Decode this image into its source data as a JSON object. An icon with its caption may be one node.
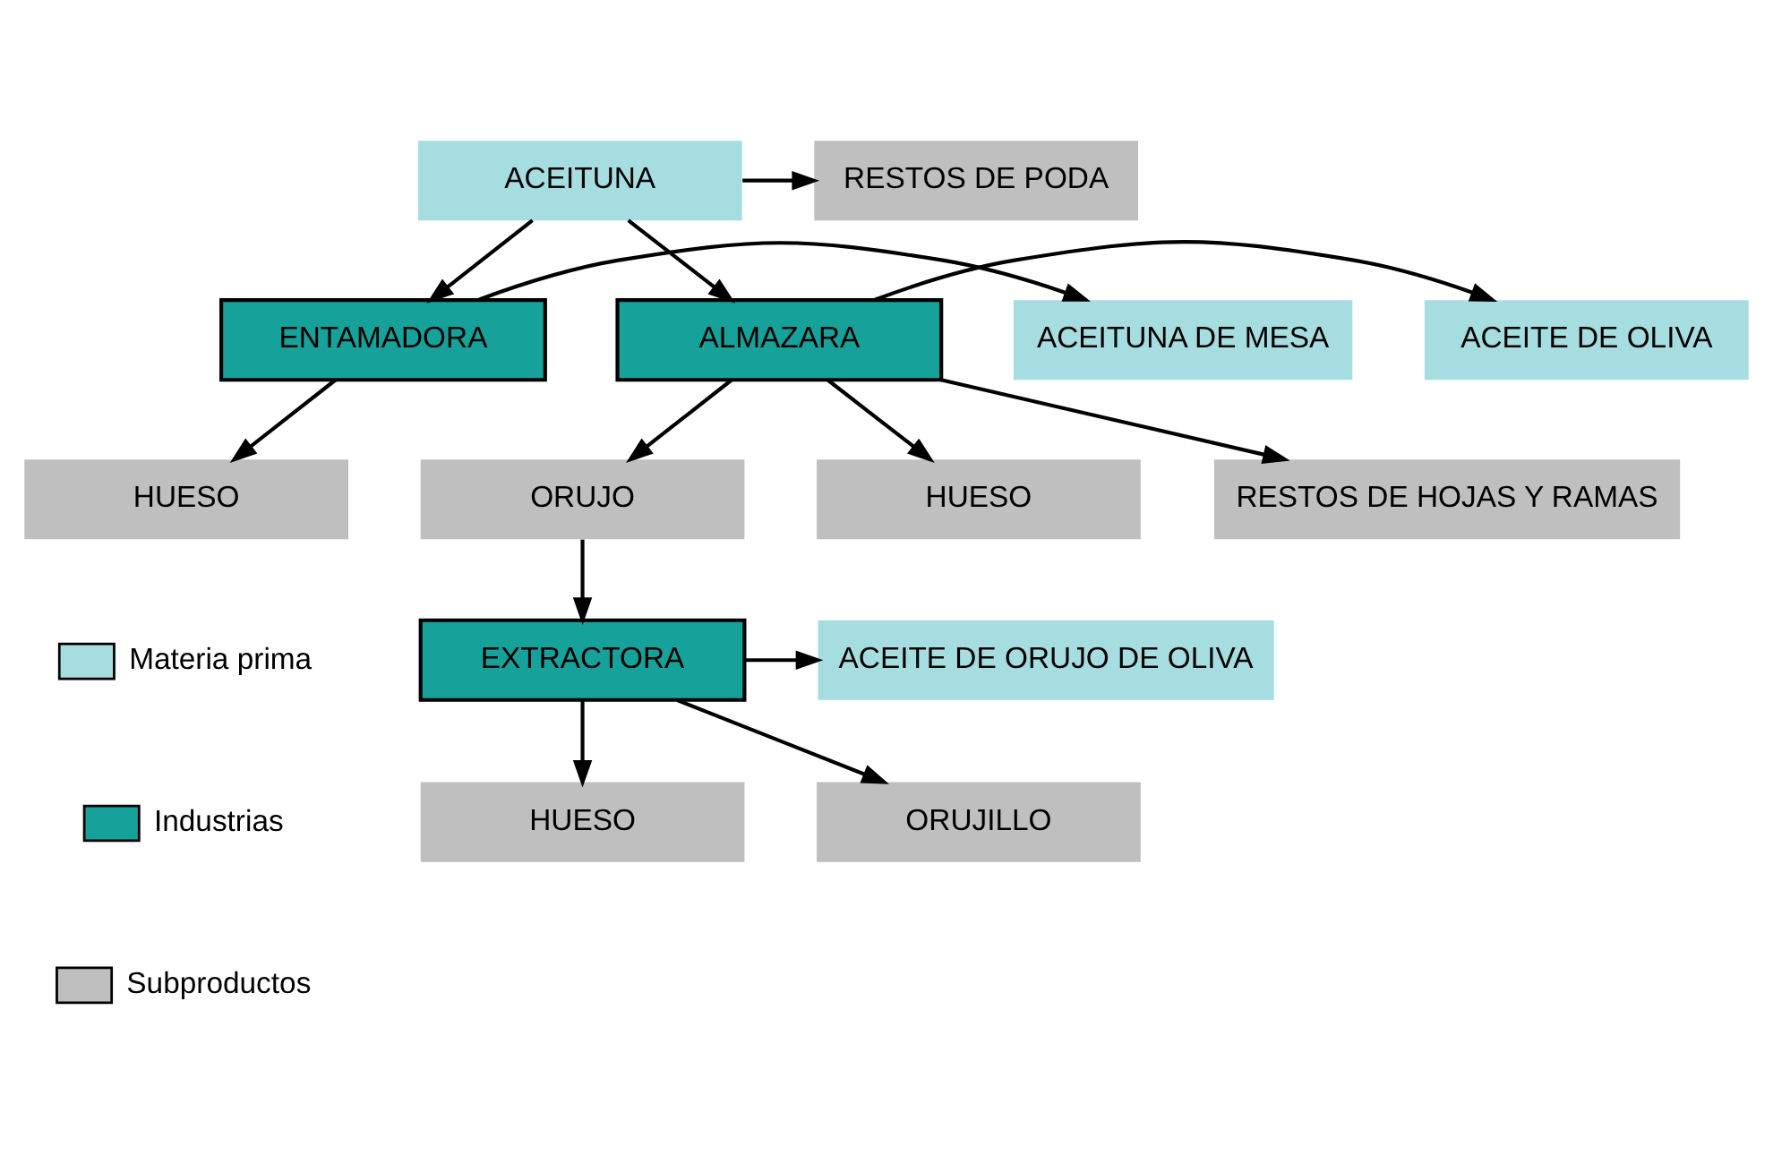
{
  "diagram": {
    "nodes": [
      {
        "text": [
          "ACEITUNA"
        ]
      },
      {
        "text": [
          "RESTOS DE PODA"
        ]
      },
      {
        "text": [
          "ENTAMADORA"
        ]
      },
      {
        "text": [
          "ALMAZARA"
        ]
      },
      {
        "text": [
          "ACEITUNA DE MESA"
        ]
      },
      {
        "text": [
          "ACEITE DE OLIVA"
        ]
      },
      {
        "text": [
          "HUESO"
        ]
      },
      {
        "text": [
          "RESTOS DE HOJAS Y RAMAS"
        ]
      },
      {
        "text": [
          "ORUJO"
        ]
      },
      {
        "text": [
          "HUESO"
        ]
      },
      {
        "text": [
          "EXTRACTORA"
        ]
      },
      {
        "text": [
          "ACEITE DE ORUJO DE OLIVA"
        ]
      },
      {
        "text": [
          "ORUJILLO"
        ]
      },
      {
        "text": [
          "HUESO"
        ]
      }
    ],
    "edges": [
      {
        "from": 0,
        "to": 1,
        "arrow": "to"
      },
      {
        "from": 0,
        "to": 2,
        "arrow": "to"
      },
      {
        "from": 0,
        "to": 3,
        "arrow": "to"
      },
      {
        "from": 2,
        "to": 4,
        "arrow": "to"
      },
      {
        "from": 2,
        "to": 6,
        "arrow": "to"
      },
      {
        "from": 3,
        "to": 5,
        "arrow": "to"
      },
      {
        "from": 3,
        "to": 7,
        "arrow": "to"
      },
      {
        "from": 3,
        "to": 8,
        "arrow": "to"
      },
      {
        "from": 3,
        "to": 9,
        "arrow": "to"
      },
      {
        "from": 8,
        "to": 10,
        "arrow": "to"
      },
      {
        "from": 10,
        "to": 11,
        "arrow": "to"
      },
      {
        "from": 10,
        "to": 12,
        "arrow": "to"
      },
      {
        "from": 10,
        "to": 13,
        "arrow": "to"
      }
    ],
    "legend": [
      {
        "text": "Materia prima",
        "color": "#a6dde1"
      },
      {
        "text": "Industrias",
        "color": "#16a29a"
      },
      {
        "text": "Subproductos",
        "color": "#bfbfbf"
      }
    ]
  }
}
